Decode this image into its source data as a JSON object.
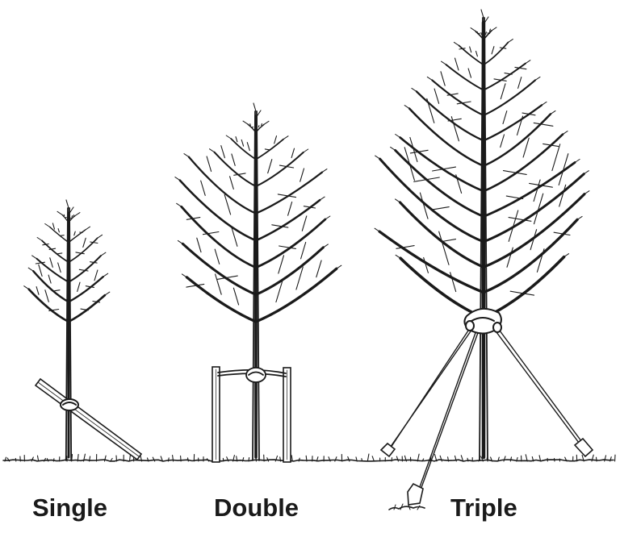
{
  "labels": {
    "single": "Single",
    "double": "Double",
    "triple": "Triple"
  },
  "colors": {
    "ink": "#1a1a1a",
    "background": "#ffffff"
  }
}
